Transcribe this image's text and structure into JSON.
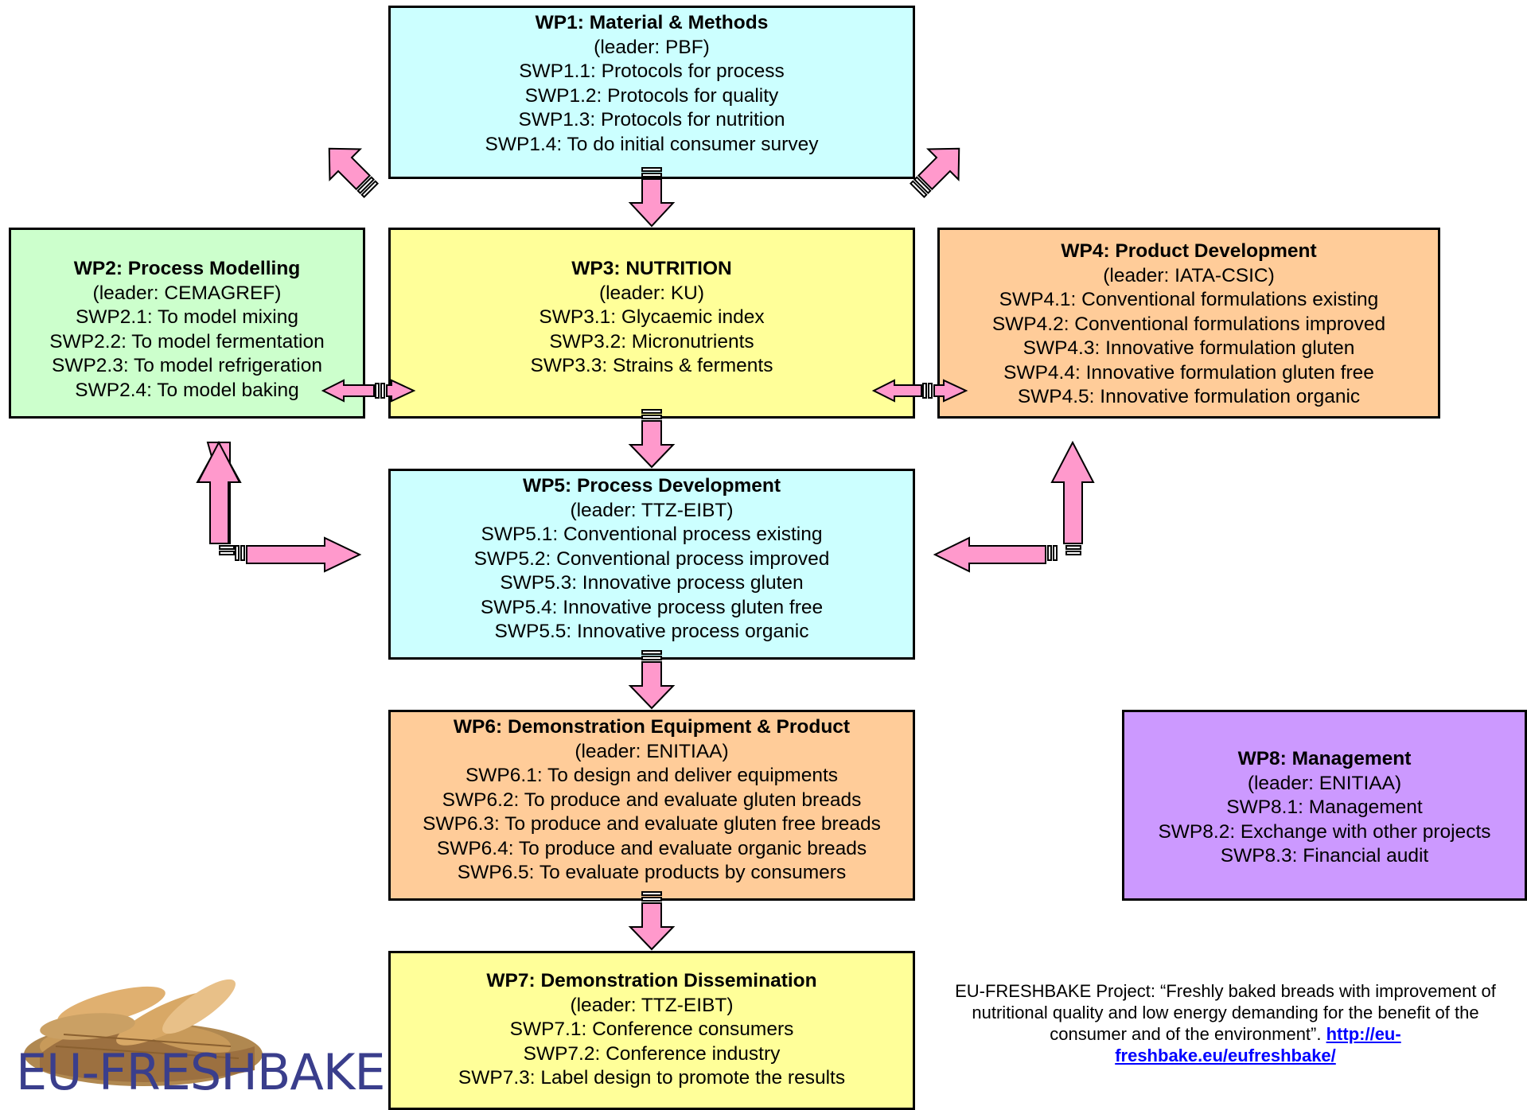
{
  "wp1": {
    "title": "WP1: Material & Methods",
    "leader": "(leader: PBF)",
    "items": [
      "SWP1.1: Protocols for process",
      "SWP1.2: Protocols for quality",
      "SWP1.3: Protocols for nutrition",
      "SWP1.4: To do initial consumer survey"
    ]
  },
  "wp2": {
    "title": "WP2: Process Modelling",
    "leader": "(leader: CEMAGREF)",
    "items": [
      "SWP2.1: To model mixing",
      "SWP2.2: To model fermentation",
      "SWP2.3: To model refrigeration",
      "SWP2.4: To model baking"
    ]
  },
  "wp3": {
    "title": "WP3: NUTRITION",
    "leader": "(leader: KU)",
    "items": [
      "SWP3.1: Glycaemic index",
      "SWP3.2: Micronutrients",
      "SWP3.3: Strains & ferments"
    ]
  },
  "wp4": {
    "title": "WP4: Product Development",
    "leader": "(leader: IATA-CSIC)",
    "items": [
      "SWP4.1: Conventional formulations existing",
      "SWP4.2: Conventional formulations improved",
      "SWP4.3: Innovative formulation gluten",
      "SWP4.4: Innovative formulation gluten free",
      "SWP4.5: Innovative formulation organic"
    ]
  },
  "wp5": {
    "title": "WP5: Process Development",
    "leader": "(leader: TTZ-EIBT)",
    "items": [
      "SWP5.1: Conventional process existing",
      "SWP5.2: Conventional process improved",
      "SWP5.3: Innovative process gluten",
      "SWP5.4: Innovative process gluten free",
      "SWP5.5: Innovative process organic"
    ]
  },
  "wp6": {
    "title": "WP6: Demonstration Equipment & Product",
    "leader": "(leader: ENITIAA)",
    "items": [
      "SWP6.1: To design and deliver equipments",
      "SWP6.2: To produce and evaluate gluten breads",
      "SWP6.3: To produce and evaluate gluten free breads",
      "SWP6.4: To produce and evaluate organic breads",
      "SWP6.5: To evaluate products by consumers"
    ]
  },
  "wp7": {
    "title": "WP7: Demonstration Dissemination",
    "leader": "(leader: TTZ-EIBT)",
    "items": [
      "SWP7.1: Conference consumers",
      "SWP7.2: Conference industry",
      "SWP7.3: Label design to promote the results"
    ]
  },
  "wp8": {
    "title": "WP8: Management",
    "leader": "(leader: ENITIAA)",
    "items": [
      "SWP8.1: Management",
      "SWP8.2: Exchange with other projects",
      "SWP8.3: Financial audit"
    ]
  },
  "footnote": {
    "text": "EU-FRESHBAKE Project: “Freshly baked breads with improvement of nutritional quality and low energy demanding for the benefit of the consumer and of the environment”.",
    "link": "http://eu-freshbake.eu/eufreshbake/"
  },
  "logo": {
    "text": "EU-FRESHBAKE"
  },
  "colors": {
    "cyan": "#ccffff",
    "green": "#ccffcc",
    "yellow": "#ffff99",
    "orange": "#ffcc99",
    "purple": "#cc99ff",
    "arrow": "#ff99cc"
  }
}
